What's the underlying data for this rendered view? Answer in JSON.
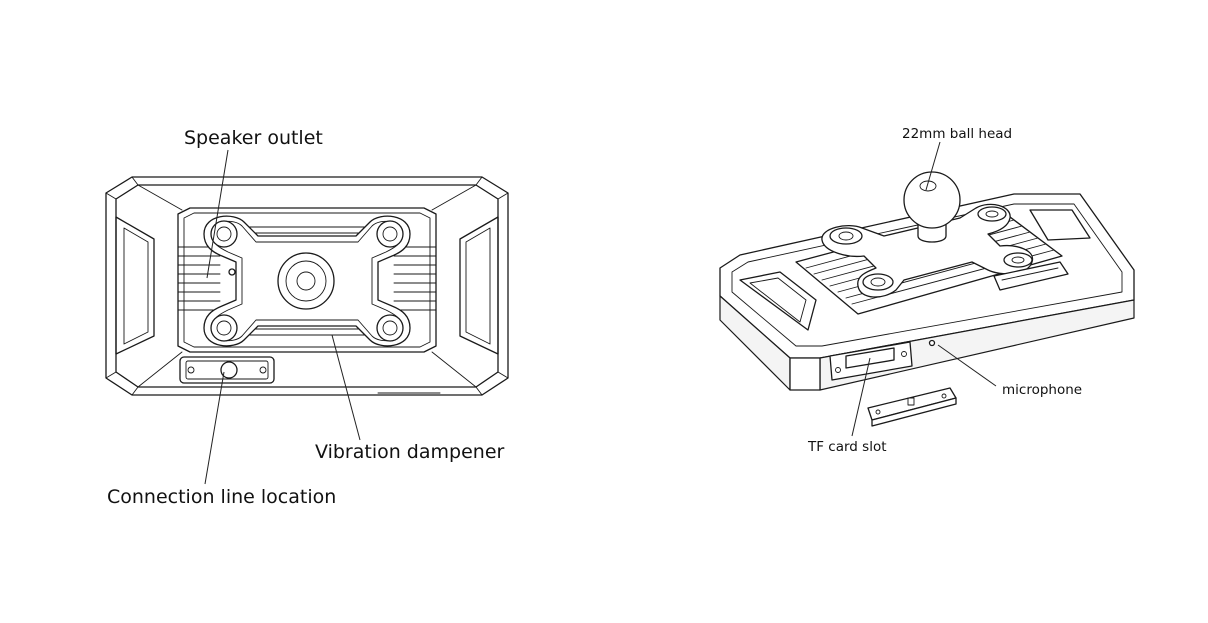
{
  "labels": {
    "speaker_outlet": "Speaker outlet",
    "vibration_dampener": "Vibration dampener",
    "connection_line_location": "Connection line location",
    "ball_head": "22mm ball head",
    "microphone": "microphone",
    "tf_card_slot": "TF card slot"
  }
}
